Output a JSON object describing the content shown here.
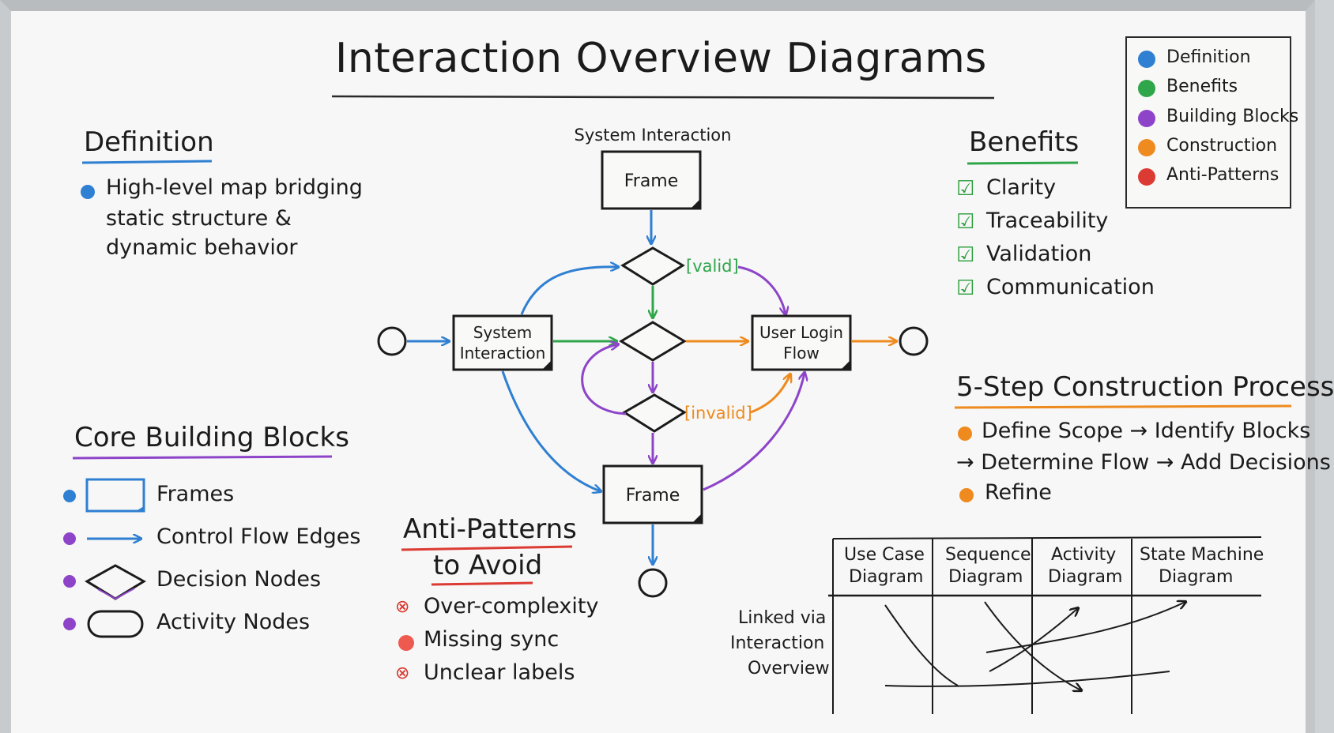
{
  "title": "Interaction Overview Diagrams",
  "colors": {
    "definition": "#2f7fd2",
    "benefits": "#2fa64a",
    "building_blocks": "#8e44c9",
    "construction": "#ee8a1e",
    "anti_patterns": "#dc3b33",
    "ink": "#1b1b1b"
  },
  "legend": [
    {
      "label": "Definition",
      "color": "#2f7fd2"
    },
    {
      "label": "Benefits",
      "color": "#2fa64a"
    },
    {
      "label": "Building Blocks",
      "color": "#8e44c9"
    },
    {
      "label": "Construction",
      "color": "#ee8a1e"
    },
    {
      "label": "Anti-Patterns",
      "color": "#dc3b33"
    }
  ],
  "definition": {
    "heading": "Definition",
    "lines": [
      "High-level map bridging",
      "static structure &",
      "dynamic behavior"
    ]
  },
  "benefits": {
    "heading": "Benefits",
    "items": [
      "Clarity",
      "Traceability",
      "Validation",
      "Communication"
    ]
  },
  "building_blocks": {
    "heading": "Core Building Blocks",
    "items": [
      "Frames",
      "Control Flow Edges",
      "Decision Nodes",
      "Activity Nodes"
    ]
  },
  "anti_patterns": {
    "heading_line1": "Anti-Patterns",
    "heading_line2": "to Avoid",
    "items": [
      "Over-complexity",
      "Missing sync",
      "Unclear labels"
    ]
  },
  "construction": {
    "heading": "5-Step Construction Process",
    "line1": "Define Scope → Identify Blocks",
    "line2": "→ Determine Flow → Add Decisions",
    "line3": "Refine"
  },
  "flow": {
    "top_caption": "System Interaction",
    "top_frame": "Frame",
    "bottom_frame": "Frame",
    "system_line1": "System",
    "system_line2": "Interaction",
    "login_line1": "User Login",
    "login_line2": "Flow",
    "guard_valid": "[valid]",
    "guard_invalid": "[invalid]"
  },
  "table": {
    "headers": [
      [
        "Use Case",
        "Diagram"
      ],
      [
        "Sequence",
        "Diagram"
      ],
      [
        "Activity",
        "Diagram"
      ],
      [
        "State Machine",
        "Diagram"
      ]
    ],
    "side_label": [
      "Linked via",
      "Interaction",
      "Overview"
    ]
  }
}
